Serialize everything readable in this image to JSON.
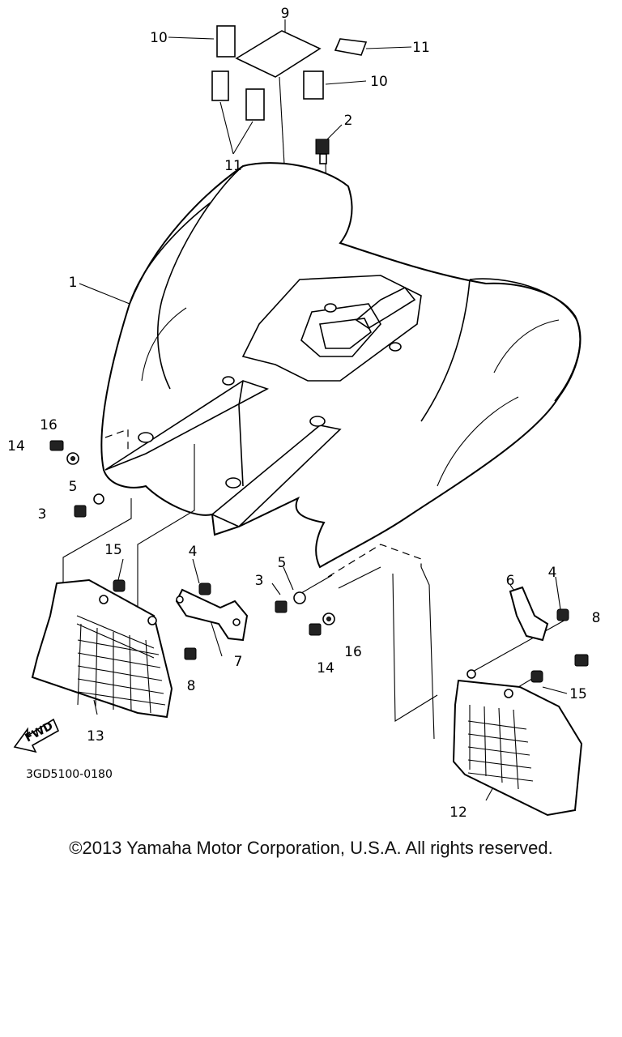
{
  "callouts": {
    "c1": "1",
    "c2": "2",
    "c3a": "3",
    "c3b": "3",
    "c4a": "4",
    "c4b": "4",
    "c5a": "5",
    "c5b": "5",
    "c6": "6",
    "c7": "7",
    "c8a": "8",
    "c8b": "8",
    "c9": "9",
    "c10a": "10",
    "c10b": "10",
    "c11a": "11",
    "c11b": "11",
    "c12": "12",
    "c13": "13",
    "c14a": "14",
    "c14b": "14",
    "c15a": "15",
    "c15b": "15",
    "c16a": "16",
    "c16b": "16"
  },
  "fwd_label": "FWD",
  "diagram_code": "3GD5100-0180",
  "copyright": "©2013 Yamaha Motor Corporation, U.S.A. All rights reserved."
}
